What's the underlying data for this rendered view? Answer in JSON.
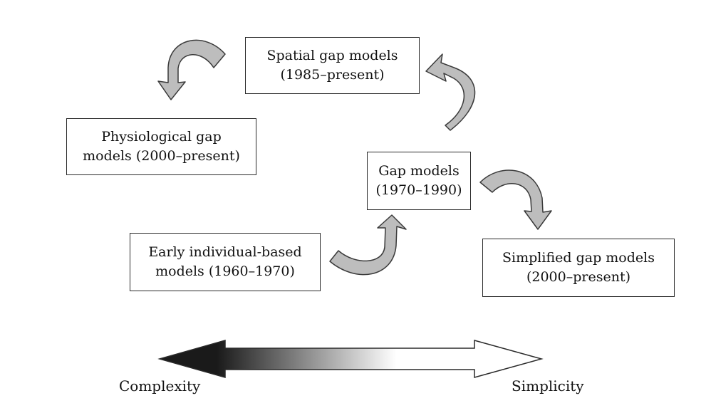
{
  "boxes": {
    "spatial": {
      "line1": "Spatial gap models",
      "line2": "(1985–present)"
    },
    "physiological": {
      "line1": "Physiological gap",
      "line2": "models (2000–present)"
    },
    "gap": {
      "line1": "Gap models",
      "line2": "(1970–1990)"
    },
    "early": {
      "line1": "Early individual-based",
      "line2": "models (1960–1970)"
    },
    "simplified": {
      "line1": "Simplified gap models",
      "line2": "(2000–present)"
    }
  },
  "axis": {
    "left_label": "Complexity",
    "right_label": "Simplicity"
  },
  "colors": {
    "arrow_fill": "#bdbdbd",
    "arrow_stroke": "#3a3a3a",
    "gradient_start": "#1a1a1a",
    "gradient_end": "#ffffff"
  }
}
